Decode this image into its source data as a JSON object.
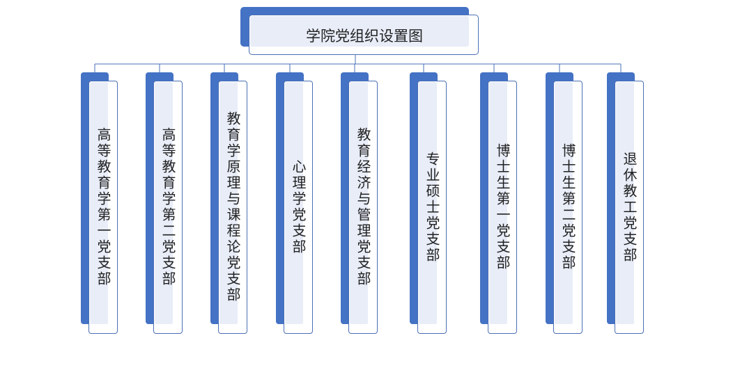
{
  "title": "学院党组织设置图",
  "branches": [
    "高等教育学第一党支部",
    "高等教育学第二党支部",
    "教育学原理与课程论党支部",
    "心理学党支部",
    "教育经济与管理党支部",
    "专业硕士党支部",
    "博士生第一党支部",
    "博士生第二党支部",
    "退休教工党支部"
  ],
  "colors": {
    "accent": "#4472c4",
    "fill_light": "#e8edf8",
    "border": "#4a6fb5"
  }
}
